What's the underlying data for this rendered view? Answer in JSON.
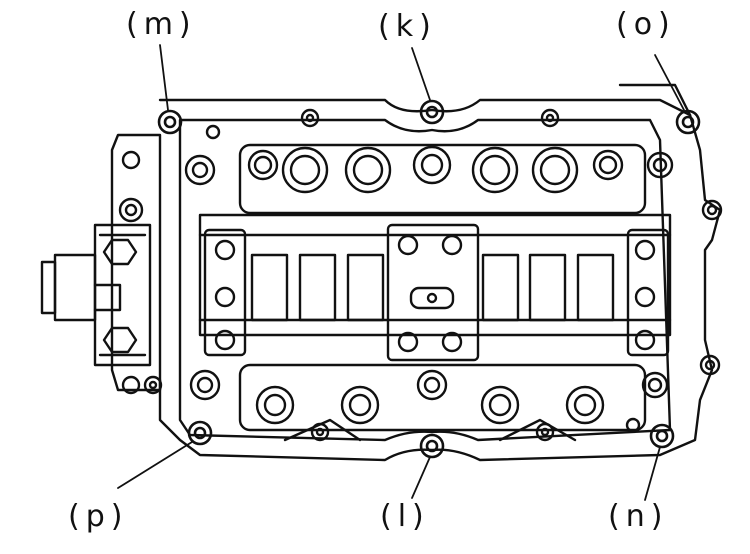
{
  "labels": {
    "m": "(m)",
    "k": "(k)",
    "o": "(o)",
    "p": "(p)",
    "l": "(l)",
    "n": "(n)"
  },
  "colors": {
    "ink": "#111111",
    "paper": "#ffffff"
  }
}
